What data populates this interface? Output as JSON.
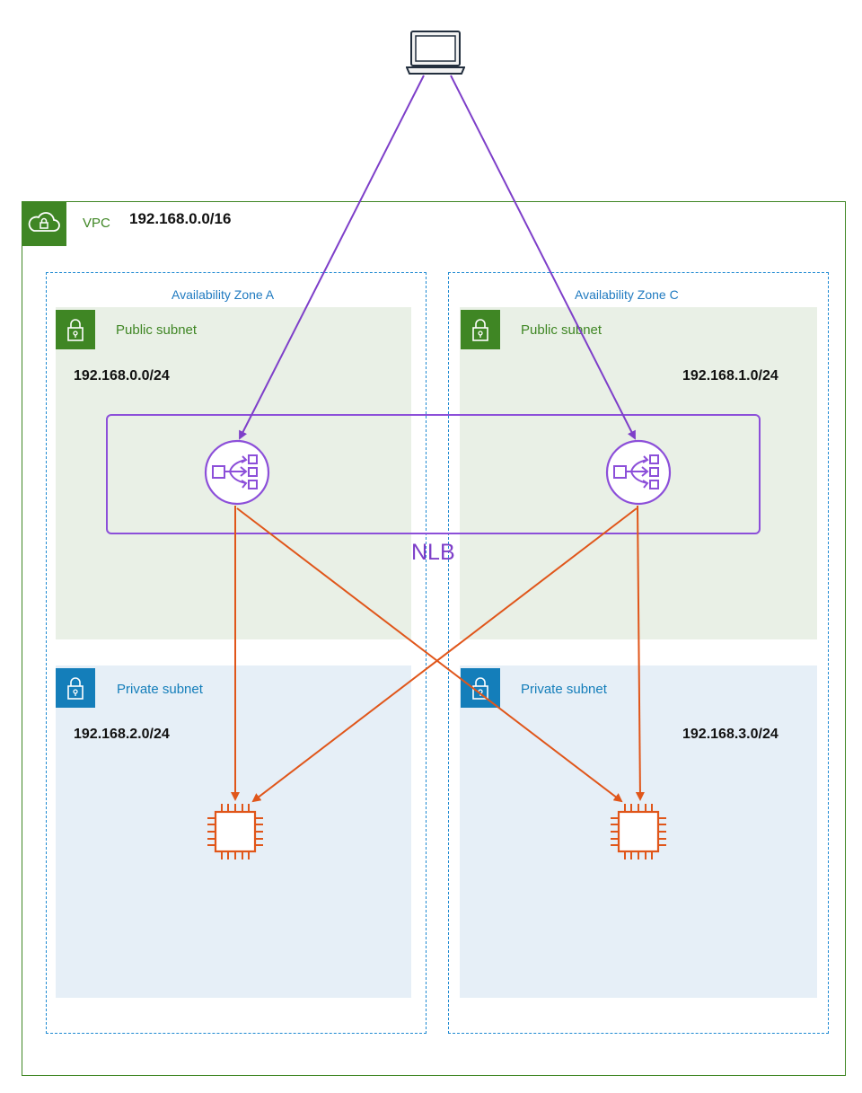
{
  "vpc": {
    "label": "VPC",
    "cidr": "192.168.0.0/16",
    "icon": "vpc-cloud-lock-icon"
  },
  "zones": [
    {
      "label": "Availability Zone A",
      "public_subnet": {
        "label": "Public subnet",
        "cidr": "192.168.0.0/24",
        "icon": "lock-icon"
      },
      "private_subnet": {
        "label": "Private subnet",
        "cidr": "192.168.2.0/24",
        "icon": "lock-icon"
      }
    },
    {
      "label": "Availability Zone C",
      "public_subnet": {
        "label": "Public subnet",
        "cidr": "192.168.1.0/24",
        "icon": "lock-icon"
      },
      "private_subnet": {
        "label": "Private subnet",
        "cidr": "192.168.3.0/24",
        "icon": "lock-icon"
      }
    }
  ],
  "nlb": {
    "label": "NLB",
    "icon": "load-balancer-icon"
  },
  "client": {
    "icon": "laptop-icon"
  },
  "instances": {
    "icon": "ec2-chip-icon"
  },
  "colors": {
    "vpc": "#3f8624",
    "zone": "#1f8ad2",
    "public_subnet_bg": "#e9f0e6",
    "private_subnet_bg": "#e6eff7",
    "private_subnet_icon": "#147eba",
    "nlb": "#8c4fd9",
    "traffic_to_targets": "#e0561a"
  }
}
